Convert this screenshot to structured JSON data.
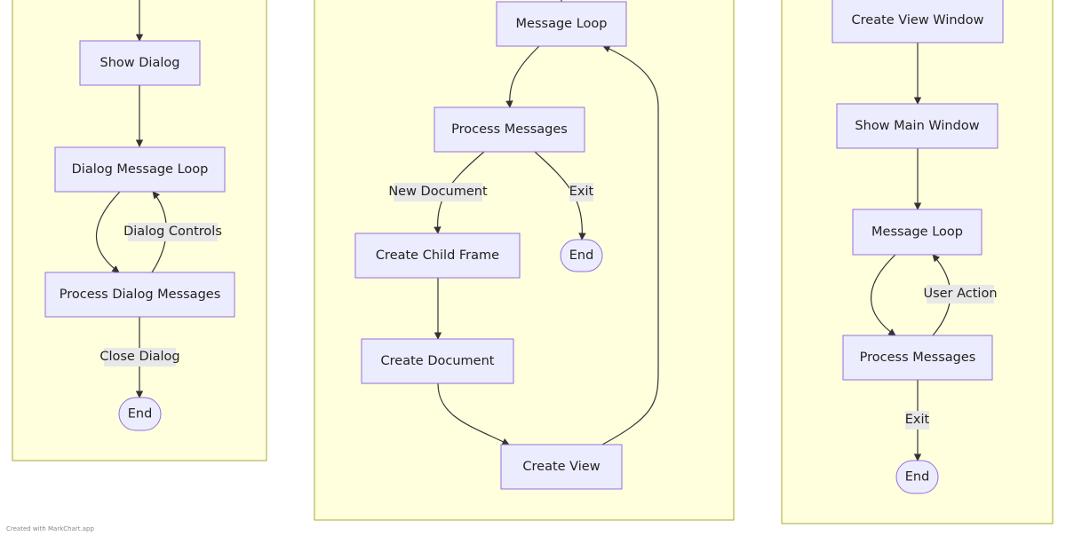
{
  "colors": {
    "cluster_fill": "#ffffde",
    "cluster_stroke": "#aaaa33",
    "node_fill": "#ececff",
    "node_stroke": "#9370db",
    "edge": "#333333",
    "edge_label_bg": "#e8e8e8"
  },
  "footer": {
    "text": "Created with MarkChart.app"
  },
  "nodes": {
    "l_show_dialog": "Show Dialog",
    "l_dialog_loop": "Dialog Message Loop",
    "l_process_dialog": "Process Dialog Messages",
    "l_end": "End",
    "m_message_loop": "Message Loop",
    "m_process": "Process Messages",
    "m_child_frame": "Create Child Frame",
    "m_document": "Create Document",
    "m_view": "Create View",
    "m_end": "End",
    "r_create_view_window": "Create View Window",
    "r_show_main": "Show Main Window",
    "r_message_loop": "Message Loop",
    "r_process": "Process Messages",
    "r_end": "End"
  },
  "edge_labels": {
    "l_dialog_controls": "Dialog Controls",
    "l_close_dialog": "Close Dialog",
    "m_new_document": "New Document",
    "m_exit": "Exit",
    "r_user_action": "User Action",
    "r_exit": "Exit"
  }
}
